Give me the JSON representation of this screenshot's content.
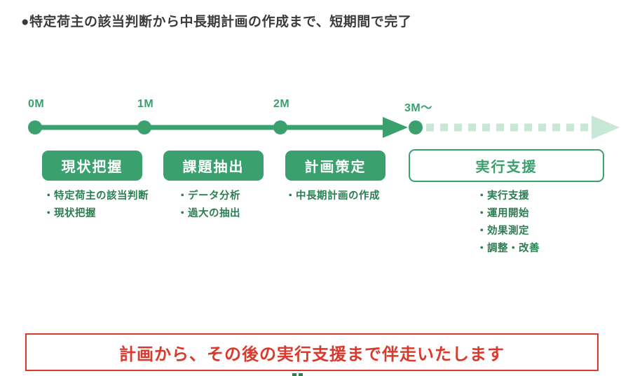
{
  "title": {
    "text": "●特定荷主の該当判断から中長期計画の作成まで、短期間で完了"
  },
  "colors": {
    "green": "#3aa06e",
    "green_dark": "#2b7d52",
    "green_light": "#c9e7d5",
    "red": "#d93a2b",
    "title_ink": "#3b3b3b"
  },
  "timeline": {
    "milestones": [
      "0M",
      "1M",
      "2M",
      "3M～"
    ],
    "stages": [
      {
        "label": "現状把握",
        "style": "filled",
        "bullets": [
          "・特定荷主の該当判断",
          "・現状把握"
        ]
      },
      {
        "label": "課題抽出",
        "style": "filled",
        "bullets": [
          "・データ分析",
          "・過大の抽出"
        ]
      },
      {
        "label": "計画策定",
        "style": "filled",
        "bullets": [
          "・中長期計画の作成"
        ]
      },
      {
        "label": "実行支援",
        "style": "outlined",
        "bullets": [
          "・実行支援",
          "・運用開始",
          "・効果測定",
          "・調整・改善"
        ]
      }
    ]
  },
  "banner": {
    "text": "計画から、その後の実行支援まで伴走いたします"
  }
}
